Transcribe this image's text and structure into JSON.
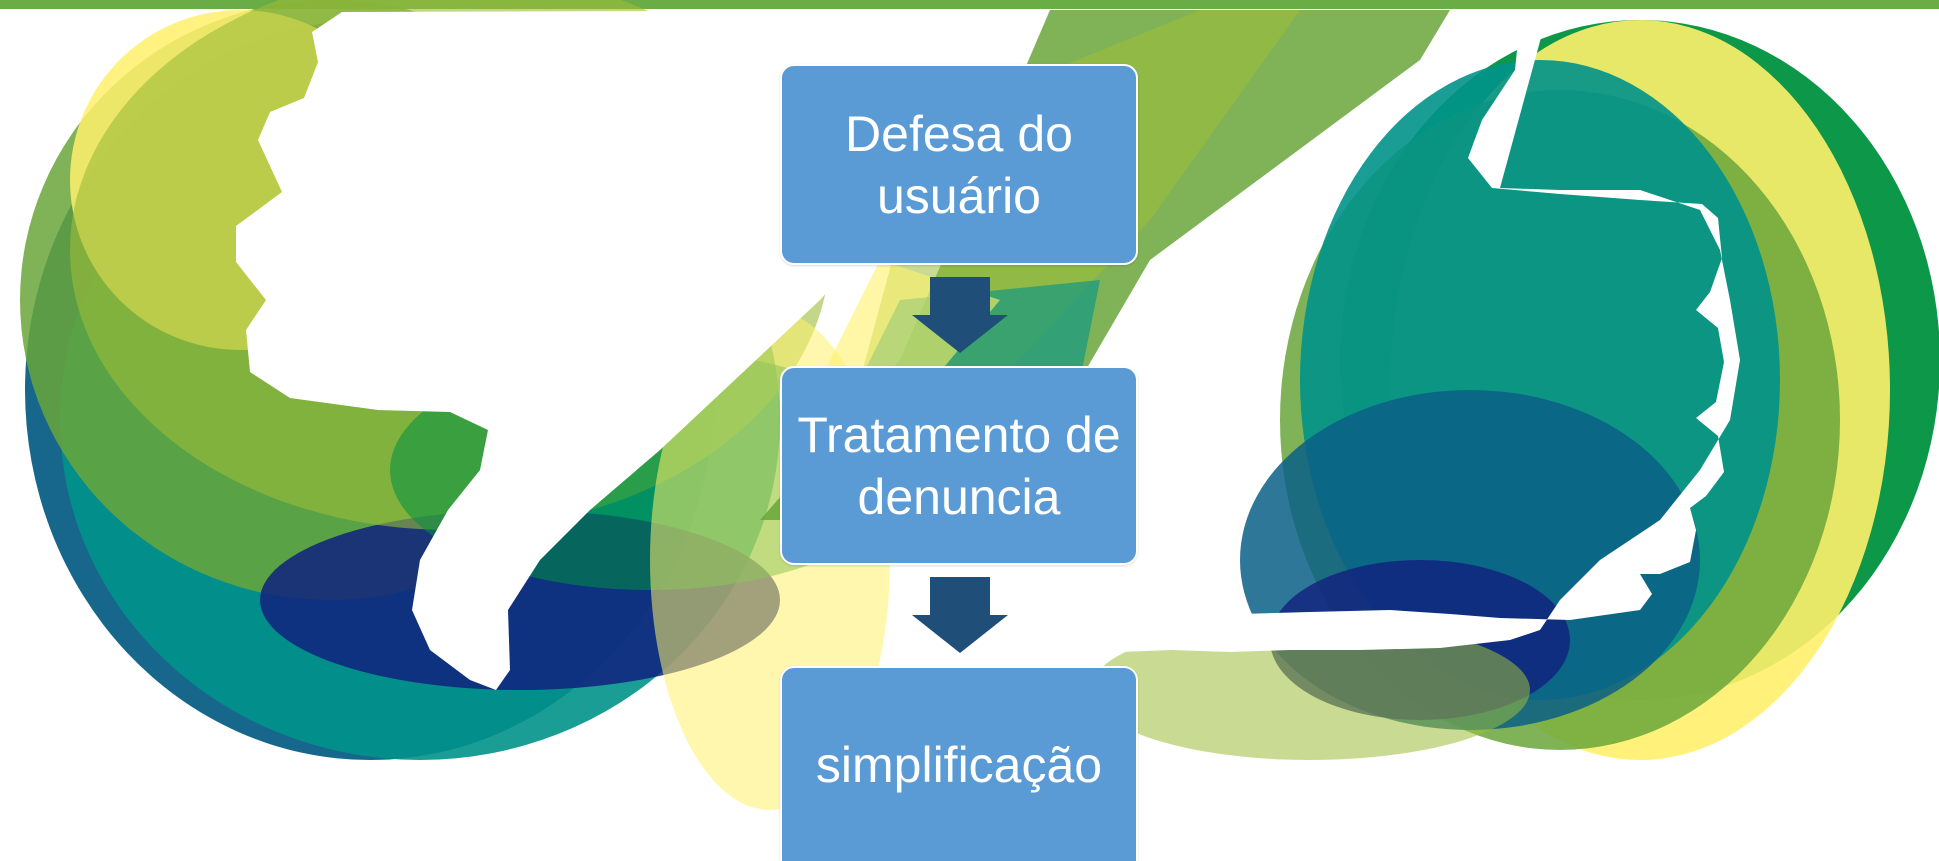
{
  "colors": {
    "top_bar": "#6aac46",
    "box_fill": "#5b9bd5",
    "box_border": "#ffffff",
    "box_text": "#ffffff",
    "arrow": "#1f4e79",
    "ribbon_yellow": "#fff06b",
    "ribbon_lime": "#9dbd38",
    "ribbon_green": "#6aa63a",
    "ribbon_emerald": "#00923f",
    "ribbon_teal": "#00928a",
    "ribbon_petrol": "#0b5f86",
    "ribbon_navy": "#11217e"
  },
  "background": {
    "left_art": "thumbs-down-icon",
    "right_art": "thumbs-up-icon"
  },
  "flow": {
    "steps": [
      {
        "label": "Defesa do usuário"
      },
      {
        "label": "Tratamento de denuncia"
      },
      {
        "label": "simplificação"
      }
    ],
    "connector_icon": "down-arrow-icon"
  }
}
